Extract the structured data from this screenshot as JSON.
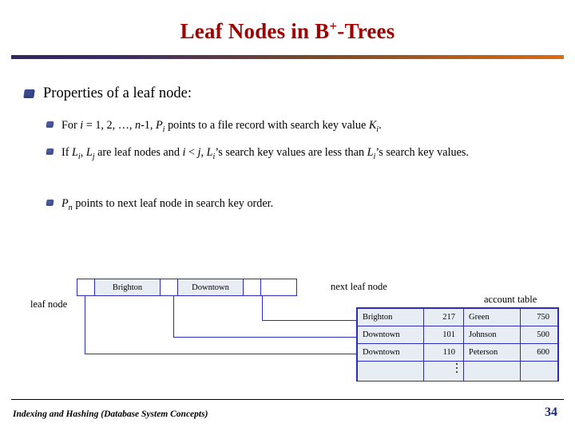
{
  "slide": {
    "title_main": "Leaf Nodes in B",
    "title_sup": "+",
    "title_tail": "-Trees",
    "bullets": {
      "level1": "Properties of a leaf node:",
      "item1": {
        "p1": "For ",
        "i1": "i",
        "p2": " = 1, 2, …, ",
        "i2": "n",
        "p3": "-1, ",
        "i3": "P",
        "sub3": "i",
        "p4": " points to a file record with search key value ",
        "i4": "K",
        "sub4": "i",
        "p5": "."
      },
      "item2": {
        "p1": "If ",
        "i1": "L",
        "sub1": "i",
        "p2": ", ",
        "i2": "L",
        "sub2": "j",
        "p3": " are leaf nodes and ",
        "i3": "i",
        "p4": " < ",
        "i4": "j",
        "p5": ", ",
        "i5": "L",
        "sub5": "i",
        "p6": "’s search key values are less than ",
        "i6": "L",
        "sub6": "i",
        "p7": "’s search key values."
      },
      "item3": {
        "i1": "P",
        "sub1": "n",
        "p1": " points to next leaf node in search key order."
      }
    }
  },
  "diagram": {
    "leaf_node_label": "leaf node",
    "next_leaf_node_label": "next leaf node",
    "account_table_label": "account table",
    "leaf_cells": [
      {
        "type": "pointer",
        "value": ""
      },
      {
        "type": "key",
        "value": "Brighton"
      },
      {
        "type": "pointer",
        "value": ""
      },
      {
        "type": "key",
        "value": "Downtown"
      },
      {
        "type": "pointer",
        "value": ""
      },
      {
        "type": "tail",
        "value": ""
      }
    ],
    "account_rows": [
      {
        "branch": "Brighton",
        "acct": "217",
        "name": "Green",
        "balance": "750"
      },
      {
        "branch": "Downtown",
        "acct": "101",
        "name": "Johnson",
        "balance": "500"
      },
      {
        "branch": "Downtown",
        "acct": "110",
        "name": "Peterson",
        "balance": "600"
      }
    ],
    "vertical_dots": "⋮"
  },
  "footer": {
    "text": "Indexing and Hashing (Database System Concepts)",
    "page": "34"
  },
  "colors": {
    "title": "#a00000",
    "bullet_marker": "#3b4a8c",
    "box_border": "#2b2bbd",
    "cell_fill": "#e8edf3",
    "page_number": "#1b2a7a"
  }
}
